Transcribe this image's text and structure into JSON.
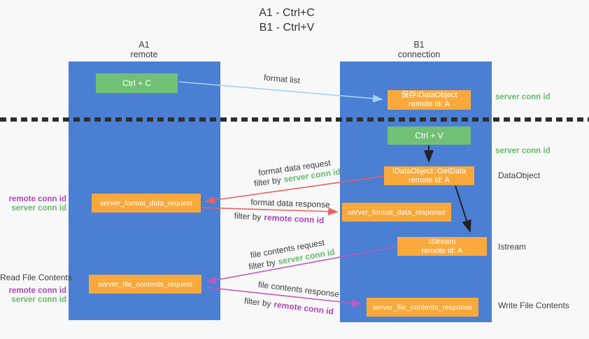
{
  "title": {
    "line1": "A1 - Ctrl+C",
    "line2": "B1 - Ctrl+V"
  },
  "lanes": {
    "a": {
      "name": "A1",
      "subtitle": "remote"
    },
    "b": {
      "name": "B1",
      "subtitle": "connection"
    }
  },
  "boxes": {
    "ctrl_c": {
      "label": "Ctrl + C"
    },
    "save_idataobject": {
      "line1": "保存IDataObject",
      "line2": "remote id: A"
    },
    "ctrl_v": {
      "label": "Ctrl + V"
    },
    "getdata": {
      "line1": "IDataObject::GetData",
      "line2": "remote id: A"
    },
    "format_request": {
      "label": "server_format_data_request"
    },
    "format_response": {
      "label": "server_format_data_response"
    },
    "istream": {
      "line1": "IStream",
      "line2": "remote id: A"
    },
    "file_request": {
      "label": "server_file_contents_request"
    },
    "file_response": {
      "label": "server_file_contents_response"
    }
  },
  "arrows": {
    "format_list": {
      "label": "format list"
    },
    "format_data_request": {
      "label": "format data request",
      "filter_prefix": "filter by",
      "filter_key": "server conn id"
    },
    "format_data_response": {
      "label": "format data response",
      "filter_prefix": "filter by",
      "filter_key": "remote conn id"
    },
    "file_contents_request": {
      "label": "file contents request",
      "filter_prefix": "filter by",
      "filter_key": "server conn id"
    },
    "file_contents_response": {
      "label": "file contents response",
      "filter_prefix": "filter by",
      "filter_key": "remote conn id"
    }
  },
  "left_labels": {
    "format_remote_conn": "remote conn id",
    "format_server_conn": "server conn id",
    "read_file": "Read File Contents",
    "file_remote_conn": "remote conn id",
    "file_server_conn": "server conn id"
  },
  "right_labels": {
    "server_conn_top": "server conn id",
    "server_conn_mid": "server conn id",
    "dataobject": "DataObject",
    "istream": "Istream",
    "write_file": "Write File Contents"
  },
  "colors": {
    "lane_blue": "#4a7fd4",
    "box_green": "#71c075",
    "box_orange": "#f9a93c",
    "arrow_red": "#ec6060",
    "arrow_magenta": "#c159c1",
    "arrow_lightblue": "#a3d3f3",
    "arrow_black": "#222222",
    "text_green": "#66bb6a",
    "text_purple": "#ab47bc",
    "text_gray": "#3d3d3d"
  }
}
